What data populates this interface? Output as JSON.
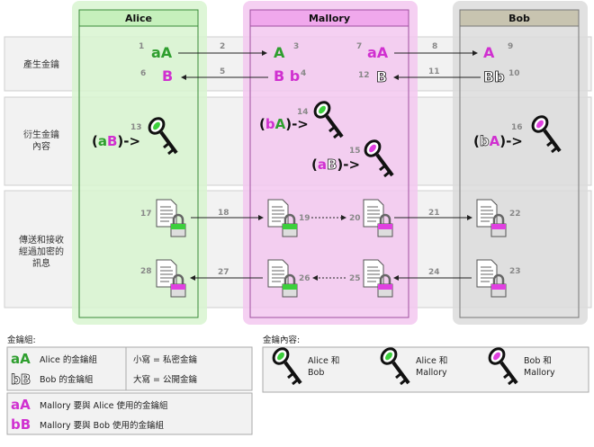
{
  "columns": {
    "alice": "Alice",
    "mallory": "Mallory",
    "bob": "Bob"
  },
  "rows": {
    "generate": "產生金鑰",
    "derive": [
      "衍生金鑰",
      "內容"
    ],
    "transmit": [
      "傳送和接收",
      "經過加密的",
      "訊息"
    ]
  },
  "step_numbers": [
    "1",
    "2",
    "3",
    "4",
    "5",
    "6",
    "7",
    "8",
    "9",
    "10",
    "11",
    "12",
    "13",
    "14",
    "15",
    "16",
    "17",
    "18",
    "19",
    "20",
    "21",
    "22",
    "23",
    "24",
    "25",
    "26",
    "27",
    "28"
  ],
  "key_symbols": {
    "aA": "aA",
    "A": "A",
    "B": "B",
    "Bb": "B b",
    "bB": "Bb",
    "derive_alice": [
      "(",
      "a",
      "B",
      ")->"
    ],
    "derive_mallory_1": [
      "(",
      "b",
      "A",
      ")->"
    ],
    "derive_mallory_2": [
      "(",
      "a",
      "B",
      ")->"
    ],
    "derive_bob": [
      "(",
      "b",
      "A",
      ")->"
    ]
  },
  "legend_keypairs": {
    "title": "金鑰組:",
    "alice": {
      "symbol": "aA",
      "text": "Alice 的金鑰組"
    },
    "bob": {
      "symbol": "bB",
      "text": "Bob 的金鑰組"
    },
    "lowercase": "小寫 = 私密金鑰",
    "uppercase": "大寫 = 公開金鑰",
    "mallory_alice": {
      "symbol": "aA",
      "text": "Mallory 要與 Alice 使用的金鑰組"
    },
    "mallory_bob": {
      "symbol": "bB",
      "text": "Mallory 要與 Bob 使用的金鑰組"
    }
  },
  "legend_keycontent": {
    "title": "金鑰內容:",
    "items": [
      {
        "line1": "Alice 和",
        "line2": "Bob"
      },
      {
        "line1": "Alice 和",
        "line2": "Mallory"
      },
      {
        "line1": "Bob 和",
        "line2": "Mallory"
      }
    ]
  },
  "colors": {
    "green": "#2e9e2e",
    "magenta": "#d030d0",
    "alice_bg": "#d8f5d0",
    "mallory_bg": "#f3c8f0",
    "bob_bg": "#dcdcdc",
    "header_bob": "#c8c4b0"
  }
}
